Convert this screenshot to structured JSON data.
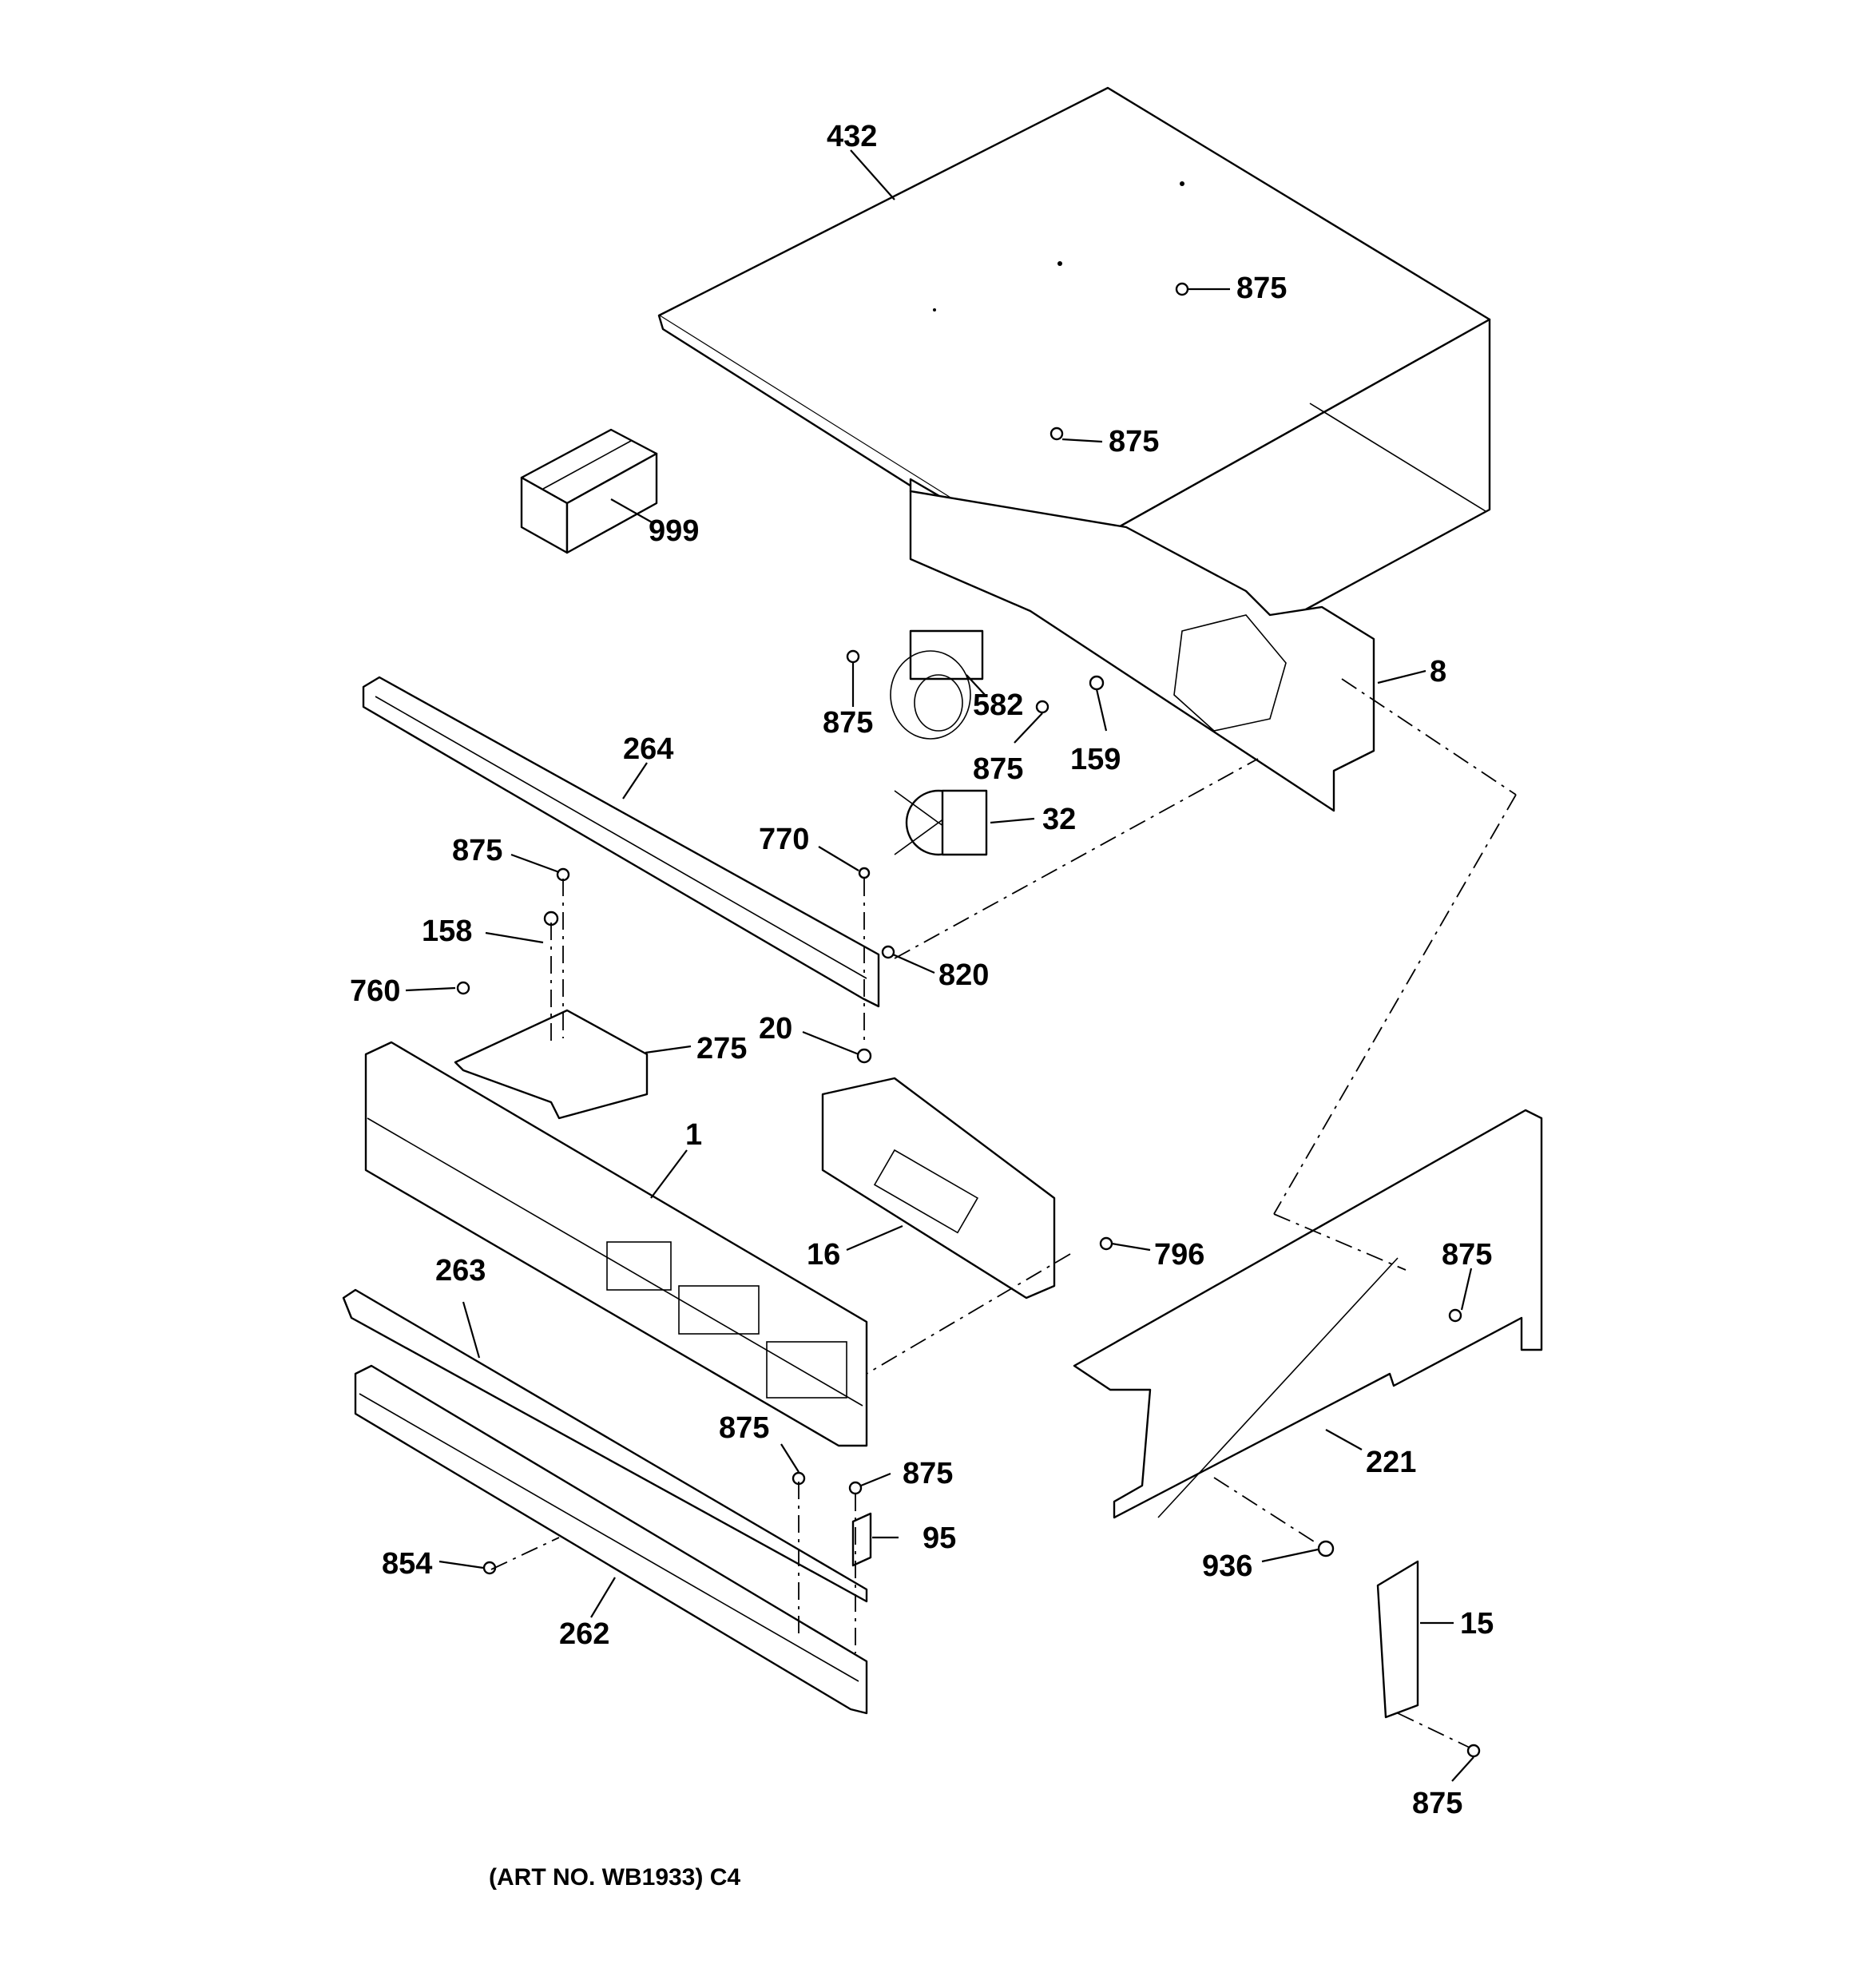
{
  "callouts": {
    "c432": "432",
    "c875_a": "875",
    "c875_b": "875",
    "c999": "999",
    "c8": "8",
    "c582": "582",
    "c875_c": "875",
    "c875_d": "875",
    "c159": "159",
    "c264": "264",
    "c32": "32",
    "c770": "770",
    "c875_e": "875",
    "c158": "158",
    "c760": "760",
    "c820": "820",
    "c20": "20",
    "c275": "275",
    "c1": "1",
    "c16": "16",
    "c796": "796",
    "c875_f": "875",
    "c263": "263",
    "c875_g": "875",
    "c875_h": "875",
    "c95": "95",
    "c221": "221",
    "c854": "854",
    "c936": "936",
    "c262": "262",
    "c15": "15",
    "c875_i": "875"
  },
  "caption": "(ART NO. WB1933) C4"
}
